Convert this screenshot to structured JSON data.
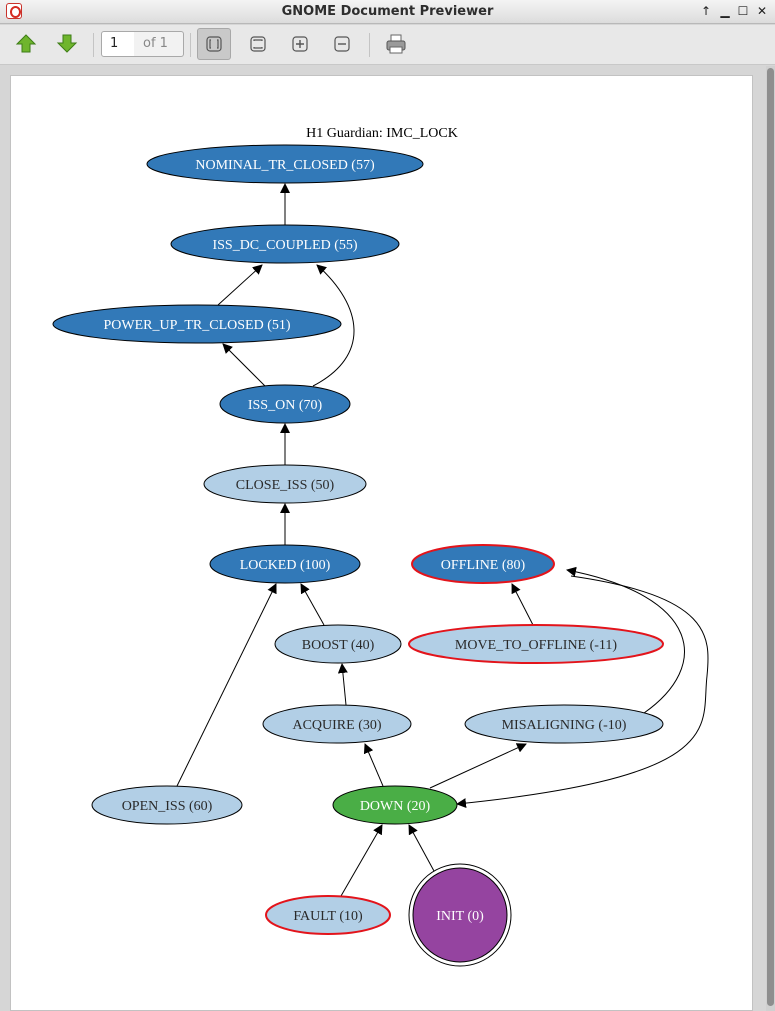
{
  "window": {
    "title": "GNOME Document Previewer",
    "controls": [
      "↑",
      "▁",
      "☐",
      "✕"
    ]
  },
  "toolbar": {
    "page_number": "1",
    "page_count_label": "of 1",
    "buttons": [
      {
        "name": "previous-page-button",
        "icon": "arrow-up-icon"
      },
      {
        "name": "next-page-button",
        "icon": "arrow-down-icon"
      },
      {
        "name": "best-fit-button",
        "icon": "best-fit-icon",
        "active": true
      },
      {
        "name": "fit-width-button",
        "icon": "fit-width-icon"
      },
      {
        "name": "zoom-in-button",
        "icon": "zoom-in-icon"
      },
      {
        "name": "zoom-out-button",
        "icon": "zoom-out-icon"
      },
      {
        "name": "print-button",
        "icon": "printer-icon"
      }
    ]
  },
  "graph": {
    "title": "H1 Guardian: IMC_LOCK",
    "colors": {
      "dark_node": "#3279b8",
      "light_node": "#b2cfe6",
      "green_node": "#4aae46",
      "purple_node": "#9544a0",
      "alert_border": "#e3141b",
      "edge": "#000000"
    },
    "nodes": [
      {
        "id": "nominal_tr_closed",
        "label": "NOMINAL_TR_CLOSED (57)",
        "style": "dark"
      },
      {
        "id": "iss_dc_coupled",
        "label": "ISS_DC_COUPLED (55)",
        "style": "dark"
      },
      {
        "id": "power_up_tr_closed",
        "label": "POWER_UP_TR_CLOSED (51)",
        "style": "dark"
      },
      {
        "id": "iss_on",
        "label": "ISS_ON (70)",
        "style": "dark"
      },
      {
        "id": "close_iss",
        "label": "CLOSE_ISS (50)",
        "style": "light"
      },
      {
        "id": "locked",
        "label": "LOCKED (100)",
        "style": "dark"
      },
      {
        "id": "offline",
        "label": "OFFLINE (80)",
        "style": "dark",
        "alert": true
      },
      {
        "id": "boost",
        "label": "BOOST (40)",
        "style": "light"
      },
      {
        "id": "move_to_offline",
        "label": "MOVE_TO_OFFLINE (-11)",
        "style": "light",
        "alert": true
      },
      {
        "id": "acquire",
        "label": "ACQUIRE (30)",
        "style": "light"
      },
      {
        "id": "misaligning",
        "label": "MISALIGNING (-10)",
        "style": "light"
      },
      {
        "id": "open_iss",
        "label": "OPEN_ISS (60)",
        "style": "light"
      },
      {
        "id": "down",
        "label": "DOWN (20)",
        "style": "green"
      },
      {
        "id": "fault",
        "label": "FAULT (10)",
        "style": "light",
        "alert": true
      },
      {
        "id": "init",
        "label": "INIT (0)",
        "style": "purple"
      }
    ],
    "edges": [
      [
        "iss_dc_coupled",
        "nominal_tr_closed"
      ],
      [
        "power_up_tr_closed",
        "iss_dc_coupled"
      ],
      [
        "iss_on",
        "iss_dc_coupled"
      ],
      [
        "iss_on",
        "power_up_tr_closed"
      ],
      [
        "close_iss",
        "iss_on"
      ],
      [
        "locked",
        "close_iss"
      ],
      [
        "boost",
        "locked"
      ],
      [
        "open_iss",
        "locked"
      ],
      [
        "acquire",
        "boost"
      ],
      [
        "down",
        "acquire"
      ],
      [
        "down",
        "misaligning"
      ],
      [
        "misaligning",
        "offline"
      ],
      [
        "offline",
        "down"
      ],
      [
        "move_to_offline",
        "offline"
      ],
      [
        "fault",
        "down"
      ],
      [
        "init",
        "down"
      ]
    ]
  }
}
